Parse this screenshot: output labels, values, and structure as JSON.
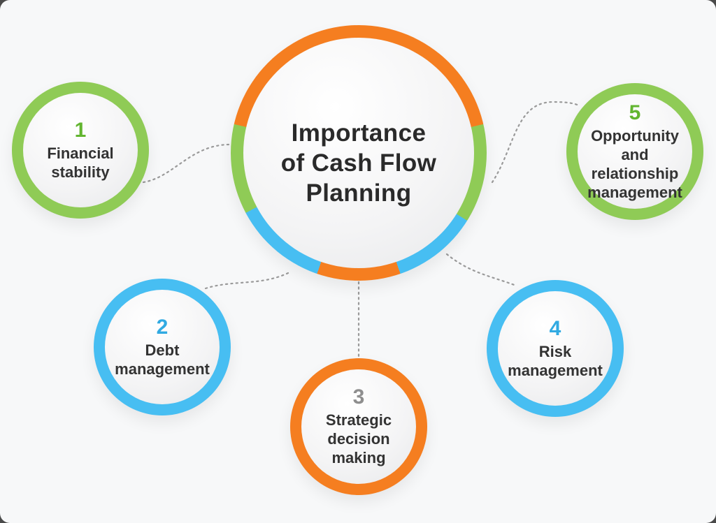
{
  "center": {
    "title": "Importance\nof Cash Flow\nPlanning"
  },
  "items": [
    {
      "number": "1",
      "label": "Financial\nstability",
      "ring": "green"
    },
    {
      "number": "2",
      "label": "Debt\nmanagement",
      "ring": "blue"
    },
    {
      "number": "3",
      "label": "Strategic\ndecision\nmaking",
      "ring": "orange"
    },
    {
      "number": "4",
      "label": "Risk\nmanagement",
      "ring": "blue"
    },
    {
      "number": "5",
      "label": "Opportunity\nand\nrelationship\nmanagement",
      "ring": "green"
    }
  ],
  "theme": {
    "orange": "#F57E20",
    "green": "#8FCB56",
    "blue": "#47BEF2",
    "number_green": "#62B52F",
    "number_blue": "#31AAE2",
    "number_gray": "#8E8E8E",
    "text_dark": "#2A2A2A",
    "connector_gray": "#9A9A9A",
    "background": "#F7F8F9"
  }
}
